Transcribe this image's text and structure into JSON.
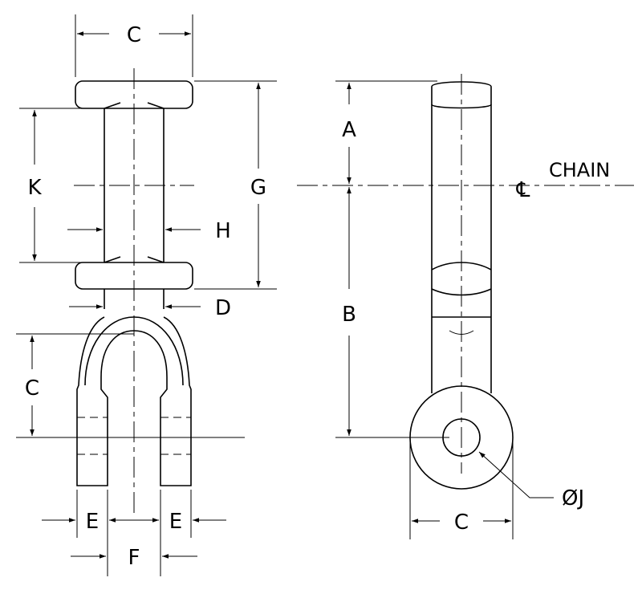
{
  "labels": {
    "c_top": "C",
    "k": "K",
    "g": "G",
    "h": "H",
    "d": "D",
    "c_left": "C",
    "e_left": "E",
    "e_right": "E",
    "f": "F",
    "a": "A",
    "b": "B",
    "c_bottom_right": "C",
    "j": "ØJ",
    "chain": "CHAIN",
    "centerline": "℄"
  }
}
